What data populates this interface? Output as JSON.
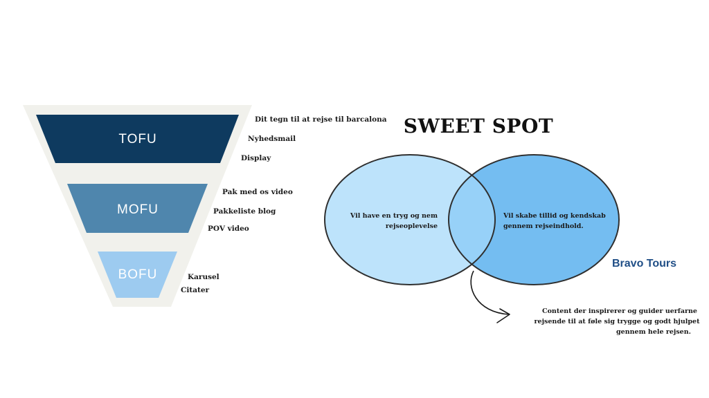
{
  "title": "SWEET SPOT",
  "brand": "Bravo Tours",
  "colors": {
    "funnel_bg": "#f1f1ec",
    "tofu": "#0e3a5f",
    "mofu": "#4f86ad",
    "bofu": "#9dcbf0",
    "circle_left": "#bde3fb",
    "circle_right": "#74bdf1",
    "overlap": "#97d1f8",
    "outline": "#2f2f2f",
    "brand": "#1f4e86"
  },
  "funnel": {
    "stages": [
      {
        "label": "TOFU",
        "tactics": [
          "Dit tegn til at rejse til barcalona",
          "Nyhedsmail",
          "Display"
        ]
      },
      {
        "label": "MOFU",
        "tactics": [
          "Pak med os video",
          "Pakkeliste blog",
          "POV video"
        ]
      },
      {
        "label": "BOFU",
        "tactics": [
          "Karusel",
          "Citater"
        ]
      }
    ]
  },
  "venn": {
    "left_lines": [
      "Vil have en tryg og nem",
      "rejseoplevelse"
    ],
    "right_lines": [
      "Vil skabe tillid og kendskab",
      "gennem rejseindhold."
    ]
  },
  "note_lines": [
    "Content der inspirerer og guider uerfarne",
    "rejsende til at føle sig trygge og godt hjulpet",
    "gennem hele rejsen."
  ]
}
